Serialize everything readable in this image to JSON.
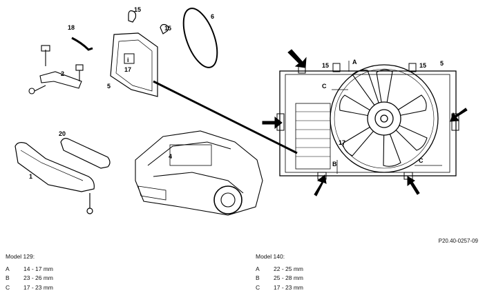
{
  "diagram": {
    "reference": "P20.40-0257-09",
    "callouts": {
      "c1": "1",
      "c2": "2",
      "c4": "4",
      "c5a": "5",
      "c5b": "5",
      "c6": "6",
      "c15a": "15",
      "c15b": "15",
      "c15c": "15",
      "c15d": "15",
      "c17a": "17",
      "c17b": "17",
      "c18": "18",
      "c20": "20"
    },
    "dimension_labels": {
      "a": "A",
      "b": "B",
      "c1": "C",
      "c2": "C"
    },
    "info_symbol": "i"
  },
  "legends": [
    {
      "title": "Model 129:",
      "rows": [
        {
          "letter": "A",
          "value": "14 - 17 mm"
        },
        {
          "letter": "B",
          "value": "23 - 26 mm"
        },
        {
          "letter": "C",
          "value": "17 - 23 mm"
        }
      ]
    },
    {
      "title": "Model 140:",
      "rows": [
        {
          "letter": "A",
          "value": "22 - 25 mm"
        },
        {
          "letter": "B",
          "value": "25 - 28 mm"
        },
        {
          "letter": "C",
          "value": "17 - 23 mm"
        }
      ]
    }
  ]
}
